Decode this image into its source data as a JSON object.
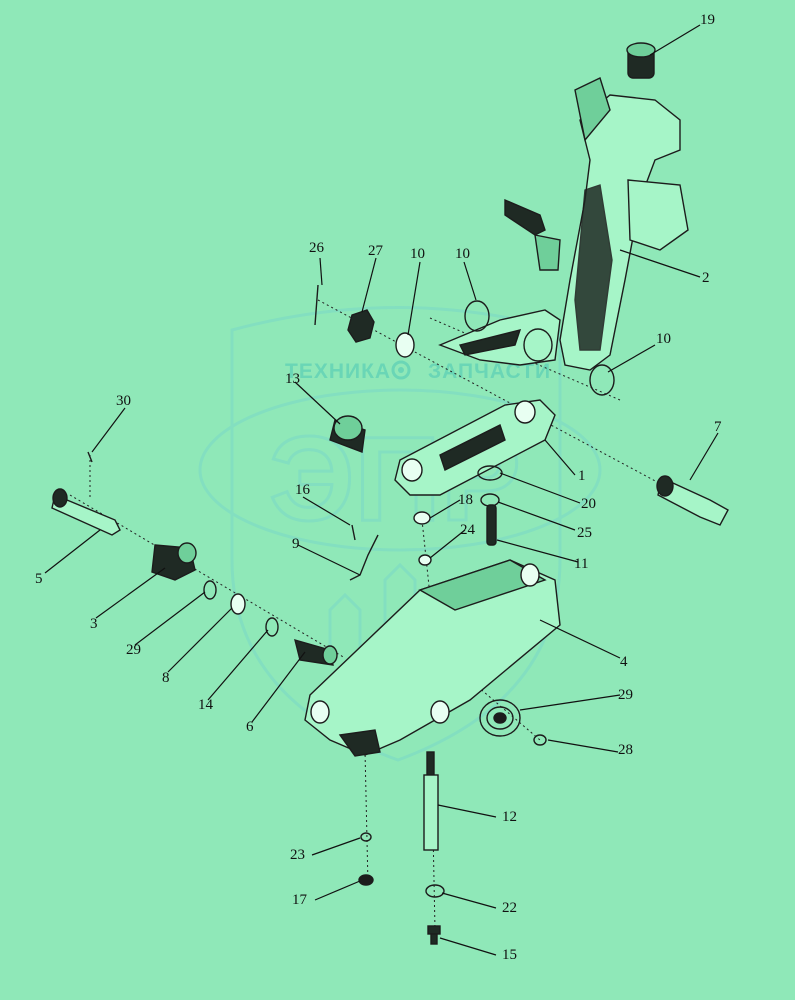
{
  "watermark": {
    "word_left": "ТЕХНИКА",
    "word_right": "ЗАПЧАСТИ",
    "logo_letters": "ЭПР",
    "color": "#5ed0b6"
  },
  "colors": {
    "background": "#8fe8b8",
    "part_fill": "#a6f5c8",
    "outline": "#1c1c1c"
  },
  "callouts": [
    {
      "id": "c19",
      "label": "19"
    },
    {
      "id": "c2",
      "label": "2"
    },
    {
      "id": "c26",
      "label": "26"
    },
    {
      "id": "c27",
      "label": "27"
    },
    {
      "id": "c10a",
      "label": "10"
    },
    {
      "id": "c10b",
      "label": "10"
    },
    {
      "id": "c10c",
      "label": "10"
    },
    {
      "id": "c13",
      "label": "13"
    },
    {
      "id": "c7",
      "label": "7"
    },
    {
      "id": "c30",
      "label": "30"
    },
    {
      "id": "c1",
      "label": "1"
    },
    {
      "id": "c20",
      "label": "20"
    },
    {
      "id": "c16",
      "label": "16"
    },
    {
      "id": "c18",
      "label": "18"
    },
    {
      "id": "c25",
      "label": "25"
    },
    {
      "id": "c5",
      "label": "5"
    },
    {
      "id": "c24",
      "label": "24"
    },
    {
      "id": "c11",
      "label": "11"
    },
    {
      "id": "c9",
      "label": "9"
    },
    {
      "id": "c3",
      "label": "3"
    },
    {
      "id": "c4",
      "label": "4"
    },
    {
      "id": "c29a",
      "label": "29"
    },
    {
      "id": "c8",
      "label": "8"
    },
    {
      "id": "c29b",
      "label": "29"
    },
    {
      "id": "c14",
      "label": "14"
    },
    {
      "id": "c6",
      "label": "6"
    },
    {
      "id": "c28",
      "label": "28"
    },
    {
      "id": "c12",
      "label": "12"
    },
    {
      "id": "c23",
      "label": "23"
    },
    {
      "id": "c17",
      "label": "17"
    },
    {
      "id": "c22",
      "label": "22"
    },
    {
      "id": "c15",
      "label": "15"
    }
  ]
}
